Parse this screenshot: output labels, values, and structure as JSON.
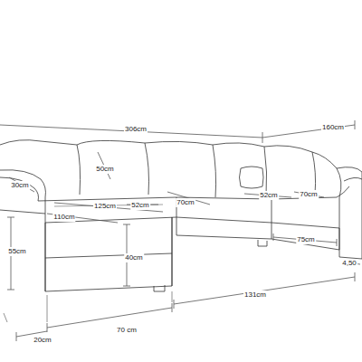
{
  "diagram": {
    "labels": [
      "306cm",
      "160cm",
      "50cm",
      "30cm",
      "125cm",
      "52cm",
      "70cm",
      "52cm",
      "70cm",
      "110cm",
      "55cm",
      "40cm",
      "75cm",
      "4,50",
      "131cm",
      "20cm",
      "70 cm"
    ]
  }
}
